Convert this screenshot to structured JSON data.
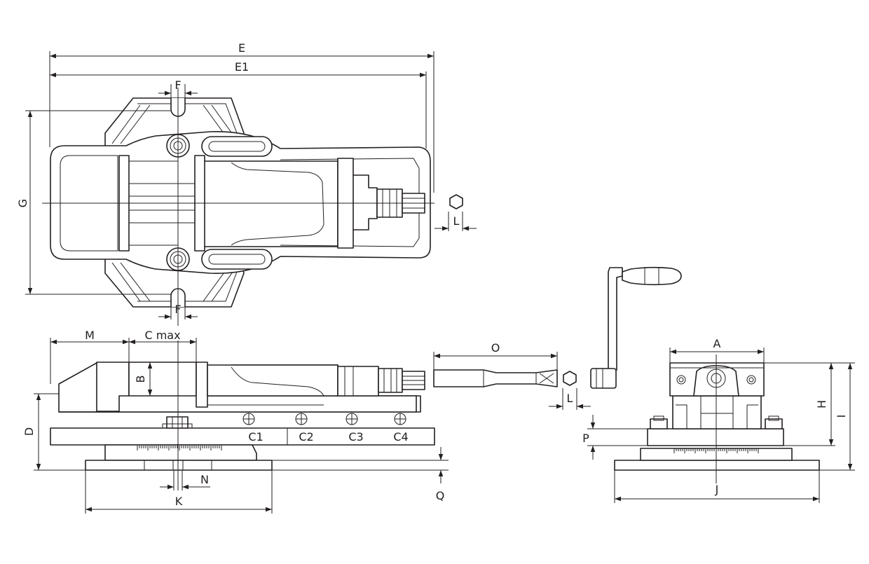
{
  "diagram": {
    "labels": {
      "E": "E",
      "E1": "E1",
      "F_top": "F",
      "F_bottom": "F",
      "G": "G",
      "L_top": "L",
      "M": "M",
      "C_max": "C max",
      "B": "B",
      "D": "D",
      "C1": "C1",
      "C2": "C2",
      "C3": "C3",
      "C4": "C4",
      "N": "N",
      "K": "K",
      "Q": "Q",
      "O": "O",
      "L_mid": "L",
      "A": "A",
      "H": "H",
      "I": "I",
      "P": "P",
      "J": "J"
    },
    "colors": {
      "line": "#231f20",
      "background": "#ffffff"
    }
  }
}
